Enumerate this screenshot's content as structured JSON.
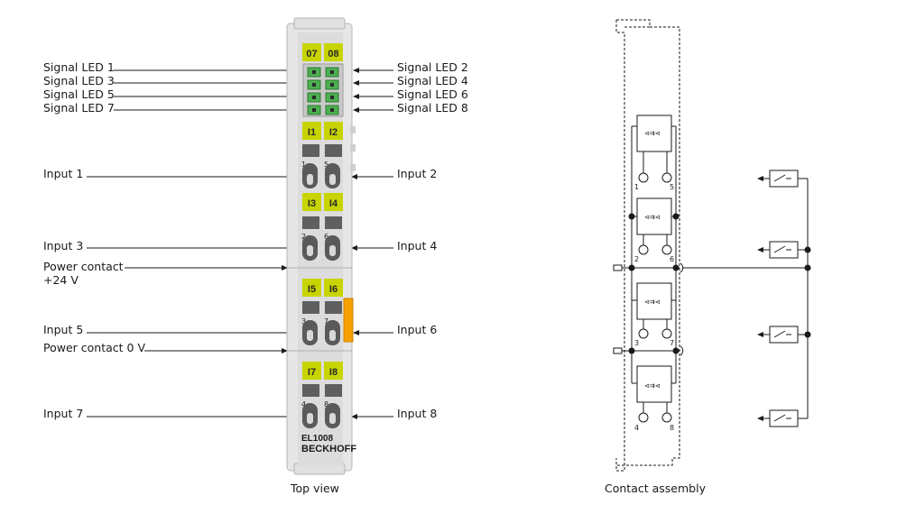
{
  "left_labels": [
    {
      "id": "signal-led-1",
      "text": "Signal LED 1"
    },
    {
      "id": "signal-led-3",
      "text": "Signal LED 3"
    },
    {
      "id": "signal-led-5",
      "text": "Signal LED 5"
    },
    {
      "id": "signal-led-7",
      "text": "Signal LED 7"
    },
    {
      "id": "input-1",
      "text": "Input 1"
    },
    {
      "id": "input-3",
      "text": "Input 3"
    },
    {
      "id": "power-contact-24v",
      "text": "Power contact\n+24 V"
    },
    {
      "id": "input-5",
      "text": "Input 5"
    },
    {
      "id": "power-contact-0v",
      "text": "Power contact 0 V"
    },
    {
      "id": "input-7",
      "text": "Input 7"
    }
  ],
  "right_labels": [
    {
      "id": "signal-led-2",
      "text": "Signal LED 2"
    },
    {
      "id": "signal-led-4",
      "text": "Signal LED 4"
    },
    {
      "id": "signal-led-6",
      "text": "Signal LED 6"
    },
    {
      "id": "signal-led-8",
      "text": "Signal LED 8"
    },
    {
      "id": "input-2",
      "text": "Input 2"
    },
    {
      "id": "input-4",
      "text": "Input 4"
    },
    {
      "id": "input-6",
      "text": "Input 6"
    },
    {
      "id": "input-8",
      "text": "Input 8"
    }
  ],
  "module": {
    "badges_top": [
      "07",
      "08"
    ],
    "badges_pairs": [
      [
        "I1",
        "I2"
      ],
      [
        "I3",
        "I4"
      ],
      [
        "I5",
        "I6"
      ],
      [
        "I7",
        "I8"
      ]
    ],
    "terminal_numbers": [
      [
        "1",
        "5"
      ],
      [
        "2",
        "6"
      ],
      [
        "3",
        "7"
      ],
      [
        "4",
        "8"
      ]
    ],
    "model": "EL1008",
    "brand": "BECKHOFF"
  },
  "contact_assembly": {
    "terminal_numbers": [
      [
        "1",
        "5"
      ],
      [
        "2",
        "6"
      ],
      [
        "3",
        "7"
      ],
      [
        "4",
        "8"
      ]
    ]
  },
  "captions": {
    "top_view": "Top view",
    "contact_assembly": "Contact assembly"
  },
  "colors": {
    "badge_yellow": "#c8d400",
    "led_green": "#4caf50",
    "housing": "#e3e3e3",
    "orange": "#f5a000",
    "line": "#1a1a1a"
  }
}
